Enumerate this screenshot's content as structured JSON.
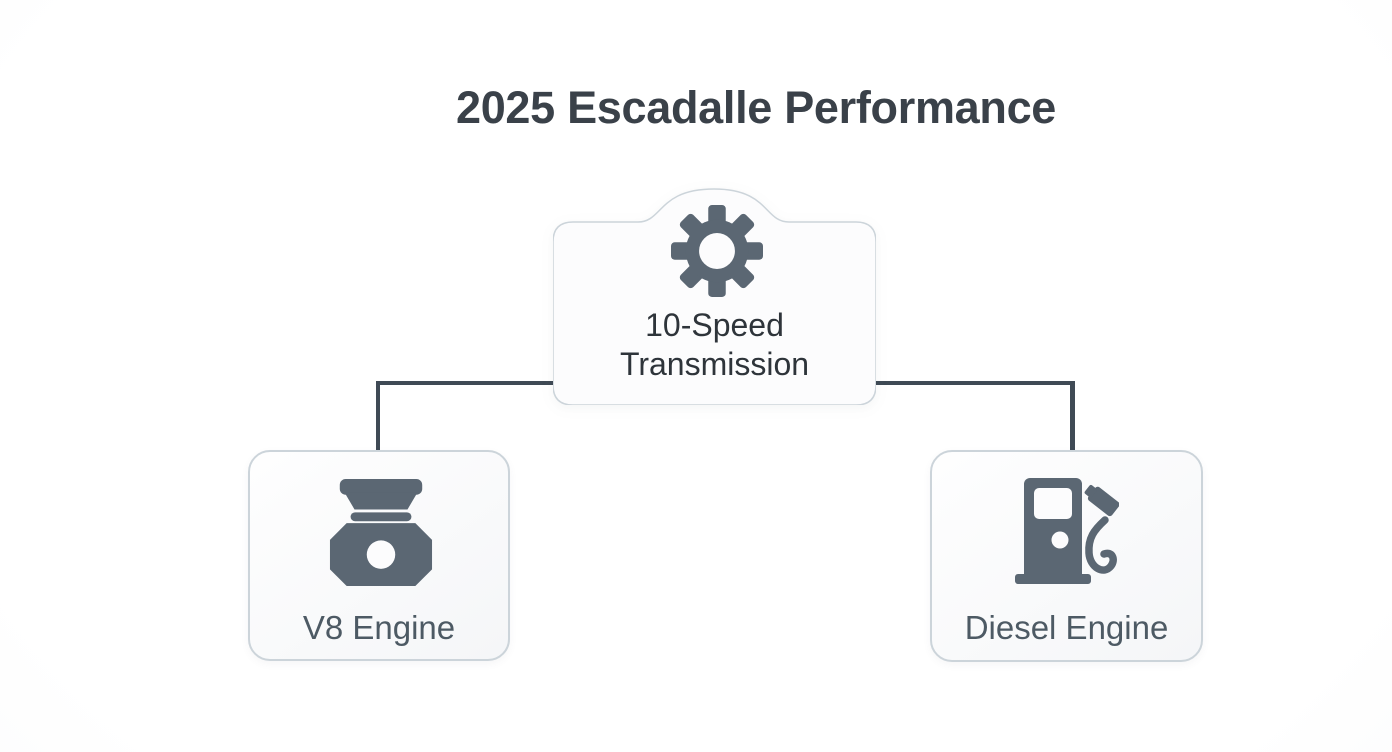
{
  "title": "2025 Escadalle Performance",
  "diagram": {
    "root": {
      "label": "10-Speed Transmission",
      "icon": "gear-icon"
    },
    "children": [
      {
        "label": "V8 Engine",
        "icon": "engine-icon"
      },
      {
        "label": "Diesel Engine",
        "icon": "fuel-pump-icon"
      }
    ]
  },
  "colors": {
    "icon": "#5b6773",
    "connector": "#3f4a55",
    "node-bg": "#fcfcfd",
    "node-border": "#ccd4da",
    "title-text": "#3a4149",
    "root-label-text": "#2e343a",
    "child-label-text": "#4d5a64",
    "page-bg-edge": "#f3f4f6"
  }
}
